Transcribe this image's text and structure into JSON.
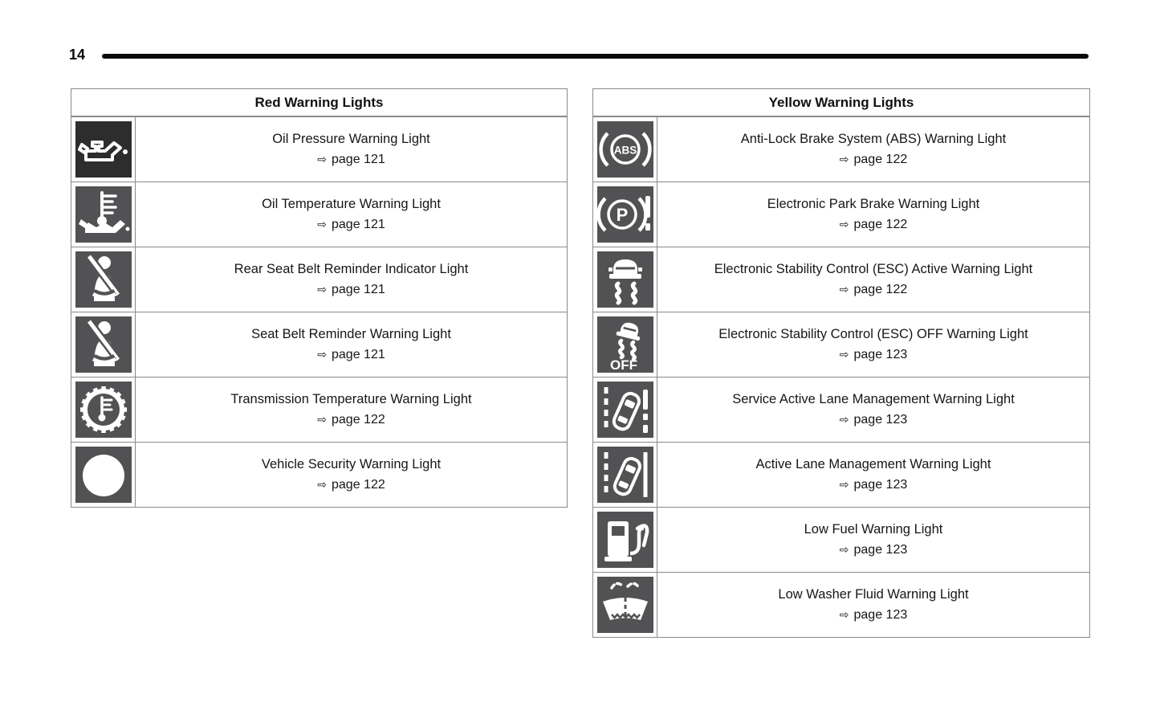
{
  "page": {
    "number": "14"
  },
  "meta": {
    "arrow_glyph": "⇨"
  },
  "colors": {
    "icon_bg": "#525254",
    "icon_bg_dark": "#2d2d2d",
    "icon_glyph": "#ffffff",
    "table_border": "#8a8a8a",
    "text": "#161616",
    "rule": "#0a0a0a"
  },
  "tables": [
    {
      "title": "Red Warning Lights",
      "rows": [
        {
          "icon": "oil-pressure-icon",
          "label": "Oil Pressure Warning Light",
          "page_ref": "page 121"
        },
        {
          "icon": "oil-temperature-icon",
          "label": "Oil Temperature Warning Light",
          "page_ref": "page 121"
        },
        {
          "icon": "seat-belt-icon",
          "label": "Rear Seat Belt Reminder Indicator Light",
          "page_ref": "page 121"
        },
        {
          "icon": "seat-belt-icon",
          "label": "Seat Belt Reminder Warning Light",
          "page_ref": "page 121"
        },
        {
          "icon": "transmission-temperature-icon",
          "label": "Transmission Temperature Warning Light",
          "page_ref": "page 122"
        },
        {
          "icon": "vehicle-security-icon",
          "label": "Vehicle Security Warning Light",
          "page_ref": "page 122"
        }
      ]
    },
    {
      "title": "Yellow Warning Lights",
      "rows": [
        {
          "icon": "abs-icon",
          "icon_text": "ABS",
          "label": "Anti-Lock Brake System (ABS) Warning Light",
          "page_ref": "page 122"
        },
        {
          "icon": "park-brake-icon",
          "icon_text": "P",
          "label": "Electronic Park Brake Warning Light",
          "page_ref": "page 122"
        },
        {
          "icon": "esc-active-icon",
          "label": "Electronic Stability Control (ESC) Active Warning Light",
          "page_ref": "page 122"
        },
        {
          "icon": "esc-off-icon",
          "icon_text": "OFF",
          "label": "Electronic Stability Control (ESC) OFF Warning Light",
          "page_ref": "page 123"
        },
        {
          "icon": "service-lane-icon",
          "label": "Service Active Lane Management Warning Light",
          "page_ref": "page 123"
        },
        {
          "icon": "active-lane-icon",
          "label": "Active Lane Management Warning Light",
          "page_ref": "page 123"
        },
        {
          "icon": "low-fuel-icon",
          "label": "Low Fuel Warning Light",
          "page_ref": "page 123"
        },
        {
          "icon": "washer-fluid-icon",
          "label": "Low Washer Fluid Warning Light",
          "page_ref": "page 123"
        }
      ]
    }
  ]
}
